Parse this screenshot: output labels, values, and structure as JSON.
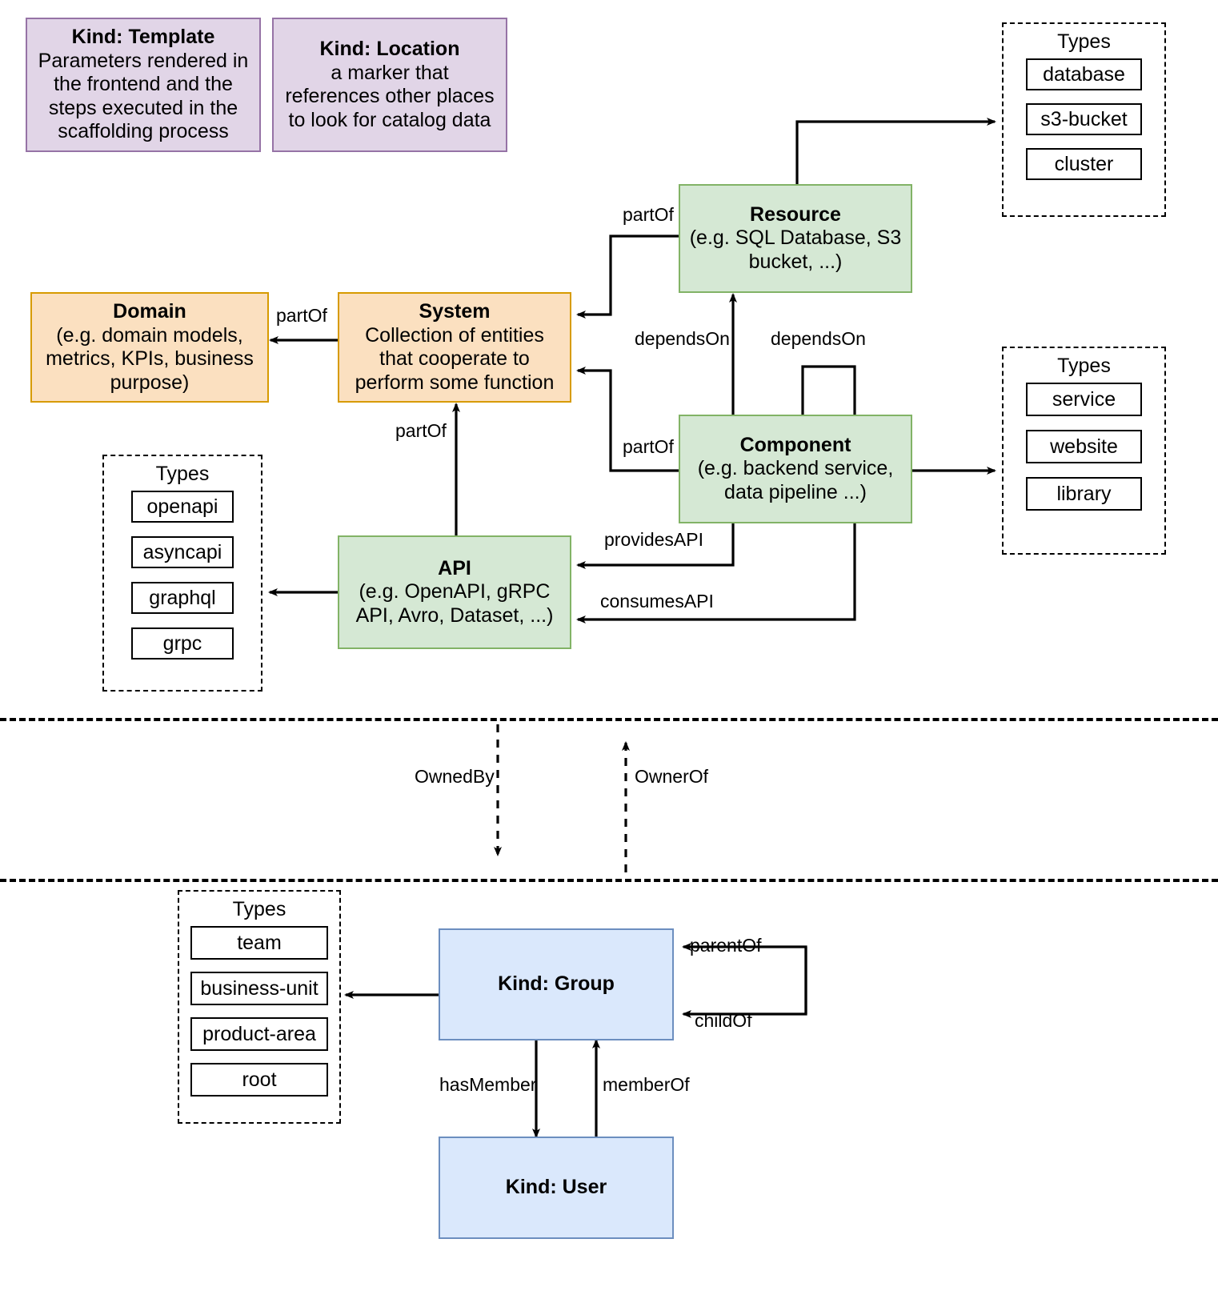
{
  "diagram": {
    "title": "Backstage catalog entity kinds and relations",
    "colors": {
      "purple_fill": "#e1d5e7",
      "purple_stroke": "#9673a6",
      "orange_fill": "#fbe0c0",
      "orange_stroke": "#d79b00",
      "green_fill": "#d5e8d4",
      "green_stroke": "#82b366",
      "blue_fill": "#dae8fc",
      "blue_stroke": "#6c8ebf",
      "edge": "#000000"
    }
  },
  "nodes": {
    "template": {
      "title": "Kind: Template",
      "desc": "Parameters rendered in the frontend and the steps executed in  the scaffolding process"
    },
    "location": {
      "title": "Kind: Location",
      "desc": "a marker that references other places to look for catalog data"
    },
    "domain": {
      "title": "Domain",
      "desc": "(e.g.  domain models, metrics, KPIs, business purpose)"
    },
    "system": {
      "title": "System",
      "desc": "Collection of entities that cooperate to perform some function"
    },
    "resource": {
      "title": "Resource",
      "desc": "(e.g. SQL Database, S3 bucket, ...)"
    },
    "component": {
      "title": "Component",
      "desc": "(e.g. backend service, data pipeline ...)"
    },
    "api": {
      "title": "API",
      "desc": "(e.g. OpenAPI, gRPC API, Avro, Dataset, ...)"
    },
    "group": {
      "title": "Kind: Group"
    },
    "user": {
      "title": "Kind: User"
    }
  },
  "type_boxes": {
    "resource_types": {
      "heading": "Types",
      "items": [
        "database",
        "s3-bucket",
        "cluster"
      ]
    },
    "component_types": {
      "heading": "Types",
      "items": [
        "service",
        "website",
        "library"
      ]
    },
    "api_types": {
      "heading": "Types",
      "items": [
        "openapi",
        "asyncapi",
        "graphql",
        "grpc"
      ]
    },
    "group_types": {
      "heading": "Types",
      "items": [
        "team",
        "business-unit",
        "product-area",
        "root"
      ]
    }
  },
  "edge_labels": {
    "system_partof_domain": "partOf",
    "resource_partof_system": "partOf",
    "component_partof_system": "partOf",
    "api_partof_system": "partOf",
    "component_dependson_resource": "dependsOn",
    "component_dependson_component": "dependsOn",
    "component_providesapi": "providesAPI",
    "component_consumesapi": "consumesAPI",
    "ownedby": "OwnedBy",
    "ownerof": "OwnerOf",
    "group_parentof": "parentOf",
    "group_childof": "childOf",
    "group_hasmember": "hasMember",
    "user_memberof": "memberOf"
  }
}
